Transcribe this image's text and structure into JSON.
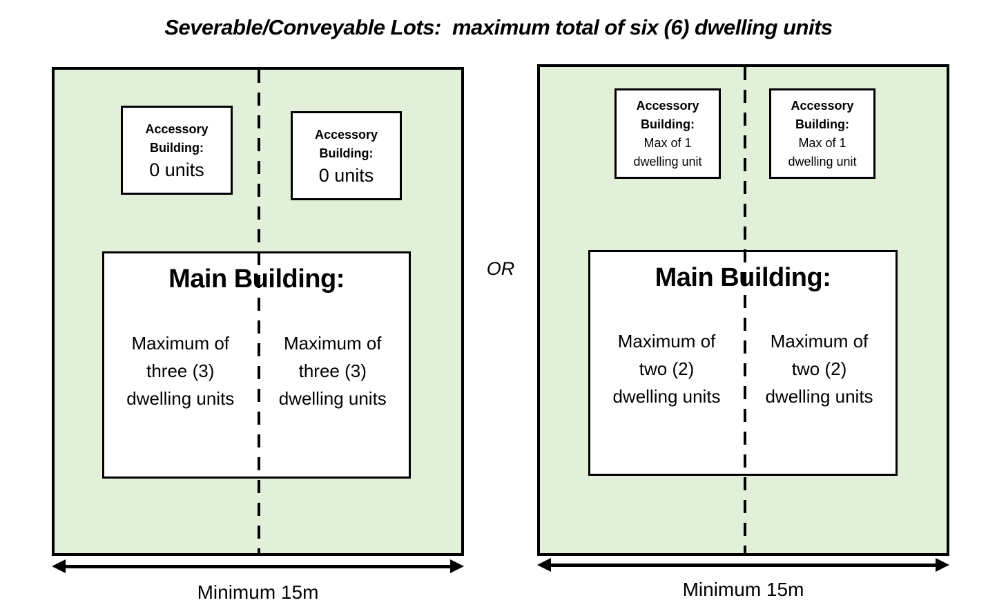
{
  "title": "Severable/Conveyable Lots:  maximum total of six (6) dwelling units",
  "or_label": "OR",
  "colors": {
    "lot_fill": "#e2efd9",
    "line": "#000000",
    "building_fill": "#ffffff"
  },
  "lots": [
    {
      "accessory_buildings": [
        {
          "heading": "Accessory\nBuilding:",
          "units": "0 units"
        },
        {
          "heading": "Accessory\nBuilding:",
          "units": "0 units"
        }
      ],
      "main_building": {
        "heading": "Main Building:",
        "halves": [
          "Maximum of\nthree (3)\ndwelling units",
          "Maximum of\nthree (3)\ndwelling units"
        ]
      },
      "width_label": "Minimum 15m"
    },
    {
      "accessory_buildings": [
        {
          "heading": "Accessory\nBuilding:",
          "units": "Max of 1\ndwelling unit"
        },
        {
          "heading": "Accessory\nBuilding:",
          "units": "Max of 1\ndwelling unit"
        }
      ],
      "main_building": {
        "heading": "Main Building:",
        "halves": [
          "Maximum of\ntwo (2)\ndwelling units",
          "Maximum of\ntwo (2)\ndwelling units"
        ]
      },
      "width_label": "Minimum 15m"
    }
  ]
}
